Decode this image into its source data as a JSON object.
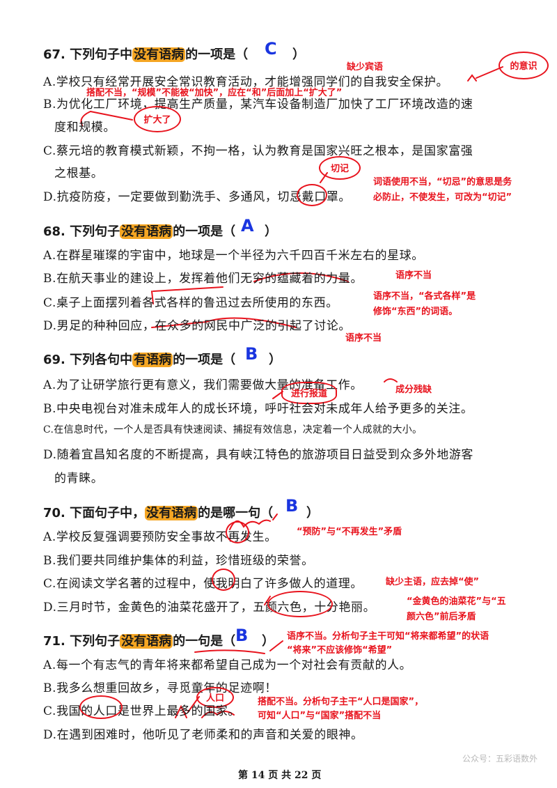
{
  "q67": {
    "num": "67.",
    "pre": "下列句子中",
    "hl": "没有语病",
    "post": "的一项是（",
    "close": "）",
    "answer": "C",
    "a": "A.学校只有经常开展安全常识教育活动，才能增强同学们的自我安全保护。",
    "b1": "B.为优化工厂环境，提高生产质量，某汽车设备制造厂加快了工厂环境改造的速",
    "b2": "度和规模。",
    "c1": "C.蔡元培的教育模式新颖，不拘一格，认为教育是国家兴旺之根本，是国家富强",
    "c2": "之根基。",
    "d": "D.抗疫防疫，一定要做到勤洗手、多通风，切忌戴口罩。",
    "note_missing_obj": "缺少宾语",
    "bubble_yishi": "的意识",
    "note_b": "搭配不当，“规模”不能被“加快”，应在“和”后面加上“扩大了”",
    "bubble_kuoda": "扩大了",
    "bubble_qieji": "切记",
    "note_d1": "词语使用不当，“切忌”的意思是务",
    "note_d2": "必防止，不使发生，可改为“切记”"
  },
  "q68": {
    "num": "68.",
    "pre": "下列句子",
    "hl": "没有语病",
    "post": "的一项是（",
    "close": "）",
    "answer": "A",
    "a": "A.在群星璀璨的宇宙中，地球是一个半径为六千四百千米左右的星球。",
    "b": "B.在航天事业的建设上，发挥着他们无穷的蕴藏着的力量。",
    "c": "C.桌子上面摆列着各式各样的鲁迅过去所使用的东西。",
    "d": "D.男足的种种回应，在众多的网民中广泛的引起了讨论。",
    "note_b": "语序不当",
    "note_c1": "语序不当，“各式各样”是",
    "note_c2": "修饰“东西”的词语。",
    "note_d": "语序不当"
  },
  "q69": {
    "num": "69.",
    "pre": "下列各句中",
    "hl": "有语病",
    "post": "的一项是（",
    "close": "）",
    "answer": "B",
    "a": "A.为了让研学旅行更有意义，我们需要做大量的准备工作。",
    "b": "B.中央电视台对准未成年人的成长环境，呼吁社会对未成年人给予更多的关注。",
    "c": "C.在信息时代，一个人是否具有快速阅读、捕捉有效信息，决定着一个人成就的大小。",
    "d1": "D.随着宜昌知名度的不断提高，具有峡江特色的旅游项目日益受到众多外地游客",
    "d2": "的青睐。",
    "note_b": "成分残缺",
    "bubble_b": "进行报道"
  },
  "q70": {
    "num": "70.",
    "pre": "下面句子中，",
    "hl": "没有语病",
    "post": "的是哪一句（",
    "close": "）",
    "answer": "B",
    "a": "A.学校反复强调要预防安全事故不再发生。",
    "b": "B.我们要共同维护集体的利益，珍惜班级的荣誉。",
    "c": "C.在阅读文学名著的过程中，使我明白了许多做人的道理。",
    "d": "D.三月时节，金黄色的油菜花盛开了，五颜六色，十分艳丽。",
    "note_a": "“预防”与“不再发生”矛盾",
    "note_c": "缺少主语，应去掉“使”",
    "note_d1": "“金黄色的油菜花”与“五",
    "note_d2": "颜六色”前后矛盾"
  },
  "q71": {
    "num": "71.",
    "pre": "下列句子",
    "hl": "没有语病",
    "post": "的一句是（",
    "close": "）",
    "answer": "B",
    "a": "A.每一个有志气的青年将来都希望自己成为一个对社会有贡献的人。",
    "b": "B.我多么想重回故乡，寻觅童年的足迹啊！",
    "c": "C.我国的人口是世界上最多的国家。",
    "d": "D.在遇到困难时，他听见了老师柔和的声音和关爱的眼神。",
    "note_a1": "语序不当。分析句子主干可知“将来都希望”的状语",
    "note_a2": "“将来”不应该修饰“希望”",
    "bubble_c": "人口",
    "note_c1": "搭配不当。分析句子主干“人口是国家”，",
    "note_c2": "可知“人口”与“国家”搭配不当"
  },
  "watermark": "公众号：五彩语数外",
  "footer": "第 14 页 共 22 页"
}
